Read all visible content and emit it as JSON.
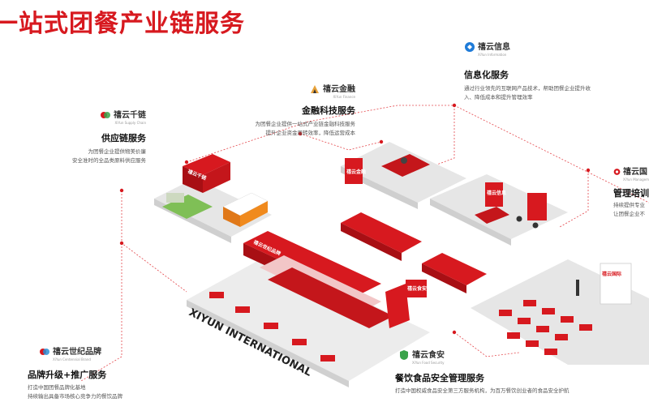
{
  "title": "一站式团餐产业链服务",
  "services": {
    "supply": {
      "brand": "禧云千链",
      "brand_en": "XiYun Supply Chain",
      "name": "供应链服务",
      "desc": [
        "为团餐企业提供物美价廉",
        "安全准时的全品类原料供应服务"
      ]
    },
    "finance": {
      "brand": "禧云金融",
      "brand_en": "XiYun Finance",
      "name": "金融科技服务",
      "desc": [
        "为团餐企业提供一站式产业链金融科技服务",
        "提升企业资金周转效率，降低运营成本"
      ]
    },
    "info": {
      "brand": "禧云信息",
      "brand_en": "XiYun Information",
      "name": "信息化服务",
      "desc": [
        "通过行业领先的互联网产品技术，帮助团餐企业提升收",
        "入、降低成本和提升管理效率"
      ]
    },
    "mgmt": {
      "brand": "禧云国",
      "brand_en": "XiYun Managem",
      "name": "管理培训",
      "desc": [
        "持续提供专业",
        "让团餐企业不"
      ]
    },
    "brand": {
      "brand": "禧云世纪品牌",
      "brand_en": "XiYun Centennial Brand",
      "name": "品牌升级+推广服务",
      "desc": [
        "打造中国团餐品牌化基地",
        "持续输出具备市场核心竞争力的餐饮品牌"
      ]
    },
    "safety": {
      "brand": "禧云食安",
      "brand_en": "XiYun Food Security",
      "name": "餐饮食品安全管理服务",
      "desc": [
        "打造中国权威食品安全第三方服务机构，为百万餐饮创业者的食品安全护航"
      ]
    }
  },
  "scene": {
    "floor_label": "XIYUN INTERNATIONAL",
    "sign_labels": [
      "禧云千链",
      "禧云金融",
      "禧云信息",
      "禧云世纪品牌",
      "禧云食安",
      "禧云国际"
    ]
  },
  "colors": {
    "red": "#d7191f",
    "dark_red": "#a80f14",
    "floor": "#ececec",
    "line": "#e4474c"
  }
}
